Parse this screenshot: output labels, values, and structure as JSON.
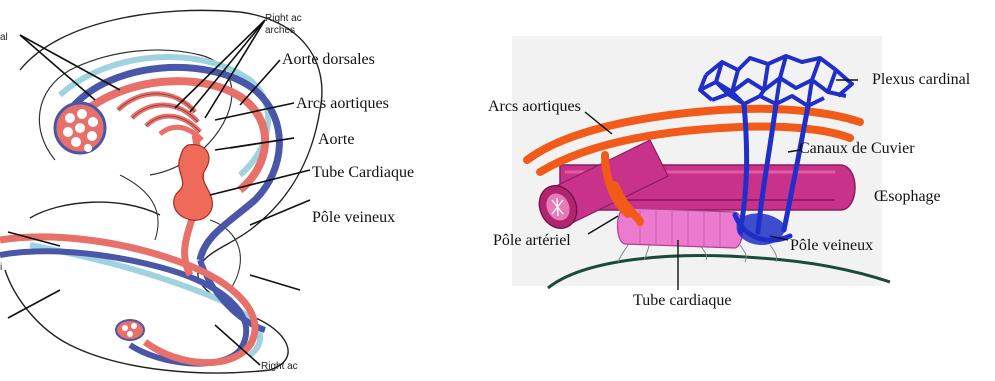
{
  "left_figure": {
    "labels": {
      "right_ac_arches_top_1": "Right ac",
      "right_ac_arches_top_2": "arches",
      "cropped_left_top": "al",
      "aorte_dorsales": "Aorte dorsales",
      "arcs_aortiques": "Arcs aortiques",
      "aorte": "Aorte",
      "tube_cardiaque": "Tube Cardiaque",
      "pole_veineux": "Pôle veineux",
      "right_ac_bottom": "Right ac",
      "cropped_left_mid": "i"
    }
  },
  "right_figure": {
    "labels": {
      "plexus_cardinal": "Plexus cardinal",
      "arcs_aortiques": "Arcs aortiques",
      "canaux_de_cuvier": "Canaux de Cuvier",
      "oesophage": "Œsophage",
      "pole_arteriel": "Pôle artériel",
      "pole_veineux": "Pôle veineux",
      "tube_cardiaque": "Tube cardiaque"
    }
  },
  "colors": {
    "artery_red": "#e8706a",
    "artery_dark": "#c0392b",
    "vein_blue": "#4a56a8",
    "vein_light": "#9fd3e0",
    "plexus_blue": "#1f2fc8",
    "esophagus_pink": "#c9328a",
    "esophagus_light": "#e25aa6",
    "arch_orange": "#f25a1a",
    "heart_pink": "#ec7bd0",
    "paper_gray": "#f2f2f2"
  }
}
